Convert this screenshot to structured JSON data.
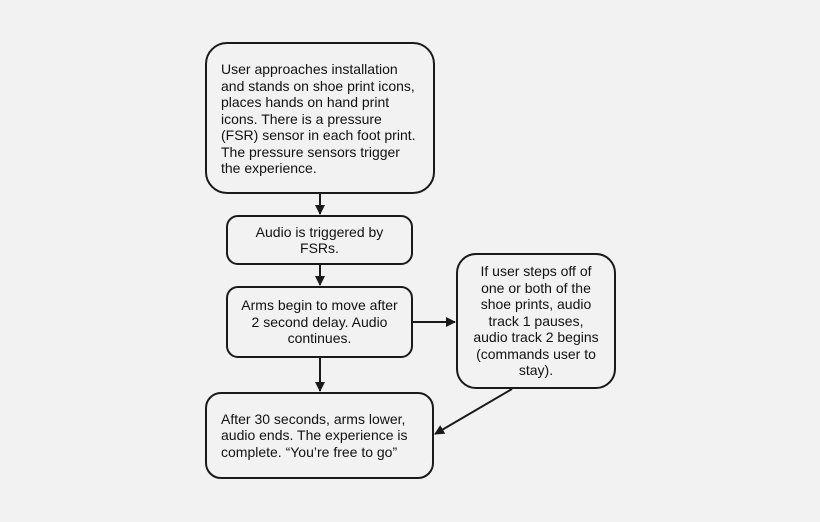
{
  "flowchart": {
    "nodes": {
      "start": "User approaches installation\nand stands on shoe print icons,\nplaces hands on hand print\nicons. There is a pressure\n(FSR) sensor in each foot print.\nThe pressure sensors trigger\nthe experience.",
      "audio": "Audio is triggered by\nFSRs.",
      "arms": "Arms begin to move after\n2 second delay. Audio\ncontinues.",
      "step_off": "If user steps off of\none or both of the\nshoe prints, audio\ntrack 1 pauses,\naudio track 2 begins\n(commands user to\nstay).",
      "end": "After 30 seconds, arms lower,\naudio ends. The experience is\ncomplete. “You’re free to go”"
    },
    "colors": {
      "background": "#f2f2f2",
      "stroke": "#1a1a1a",
      "text": "#111111"
    }
  }
}
